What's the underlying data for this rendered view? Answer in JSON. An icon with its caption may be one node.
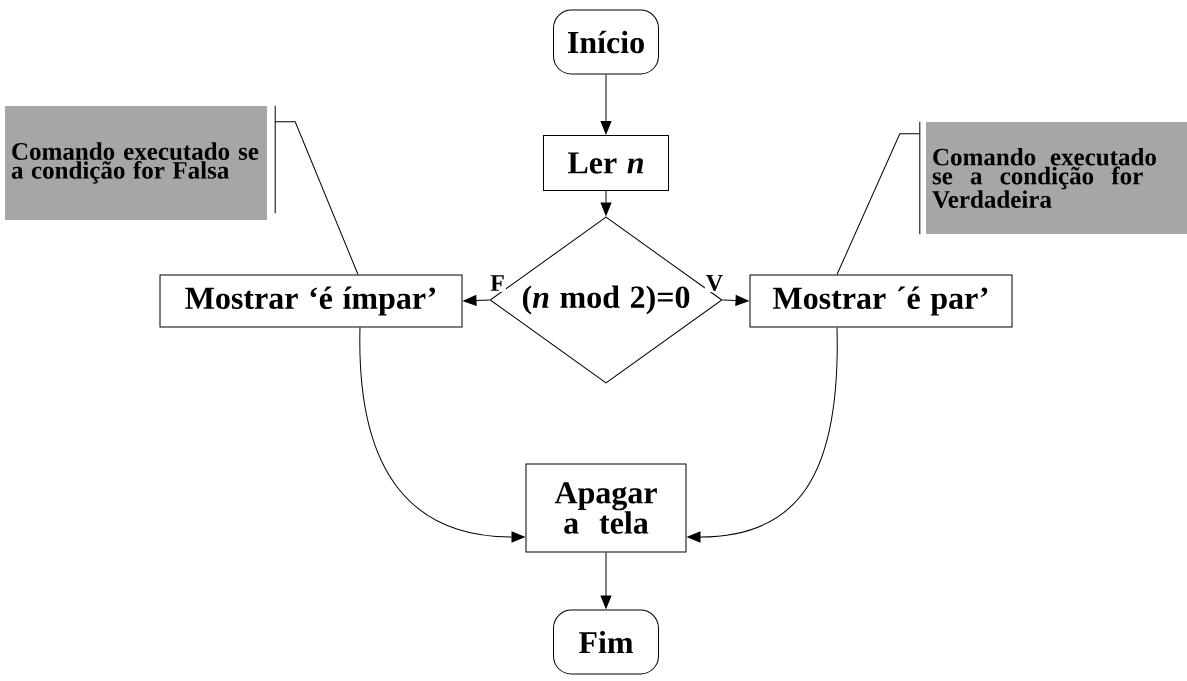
{
  "diagram": {
    "nodes": [
      {
        "text": [
          "Início"
        ]
      },
      {
        "text": [
          "Ler *n*"
        ]
      },
      {
        "text": [
          "(*n* mod 2)=0"
        ]
      },
      {
        "text": [
          "Mostrar ‘é  ímpar’"
        ]
      },
      {
        "text": [
          "Mostrar ´é par’"
        ]
      },
      {
        "text": [
          "Apagar a tela"
        ]
      },
      {
        "text": [
          "Fim"
        ]
      },
      {
        "text": [
          "Comando executado se a condição for Falsa"
        ]
      },
      {
        "text": [
          "Comando executado se a condição for Verdadeira"
        ]
      }
    ],
    "edges": [
      {
        "from": 0,
        "to": 1,
        "arrow": "to"
      },
      {
        "from": 1,
        "to": 2,
        "arrow": "to"
      },
      {
        "from": 2,
        "to": 3,
        "arrow": "to",
        "label": "F"
      },
      {
        "from": 2,
        "to": 4,
        "arrow": "to",
        "label": "V"
      },
      {
        "from": 3,
        "to": 5,
        "arrow": "to"
      },
      {
        "from": 4,
        "to": 5,
        "arrow": "to"
      },
      {
        "from": 5,
        "to": 6,
        "arrow": "to"
      },
      {
        "from": 7,
        "to": 3,
        "arrow": "none"
      },
      {
        "from": 8,
        "to": 4,
        "arrow": "none"
      }
    ]
  }
}
